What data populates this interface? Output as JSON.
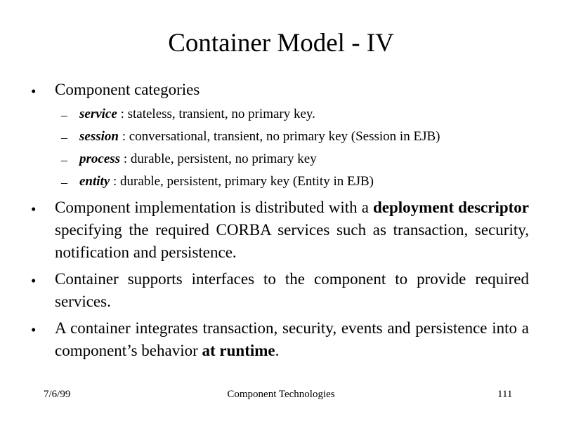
{
  "slide": {
    "title": "Container Model - IV",
    "bullet_symbol": "•",
    "dash_symbol": "–",
    "bullet1": "Component categories",
    "sub_items": [
      {
        "term": "service",
        "desc": " : stateless, transient, no primary key."
      },
      {
        "term": "session",
        "desc": " : conversational, transient, no primary key (Session in EJB)"
      },
      {
        "term": "process",
        "desc": " : durable, persistent, no primary key"
      },
      {
        "term": "entity",
        "desc": " : durable, persistent, primary key (Entity in EJB)"
      }
    ],
    "bullet2": {
      "before": "Component implementation is distributed with a ",
      "bold": "deployment descriptor",
      "after": " specifying the required CORBA services such as transaction, security, notification and persistence."
    },
    "bullet3": "Container supports interfaces to the component to provide required services.",
    "bullet4": {
      "before": "A container integrates transaction, security, events and persistence into a component’s behavior ",
      "bold": "at runtime",
      "after": "."
    }
  },
  "footer": {
    "date": "7/6/99",
    "center": "Component Technologies",
    "page": "111"
  }
}
